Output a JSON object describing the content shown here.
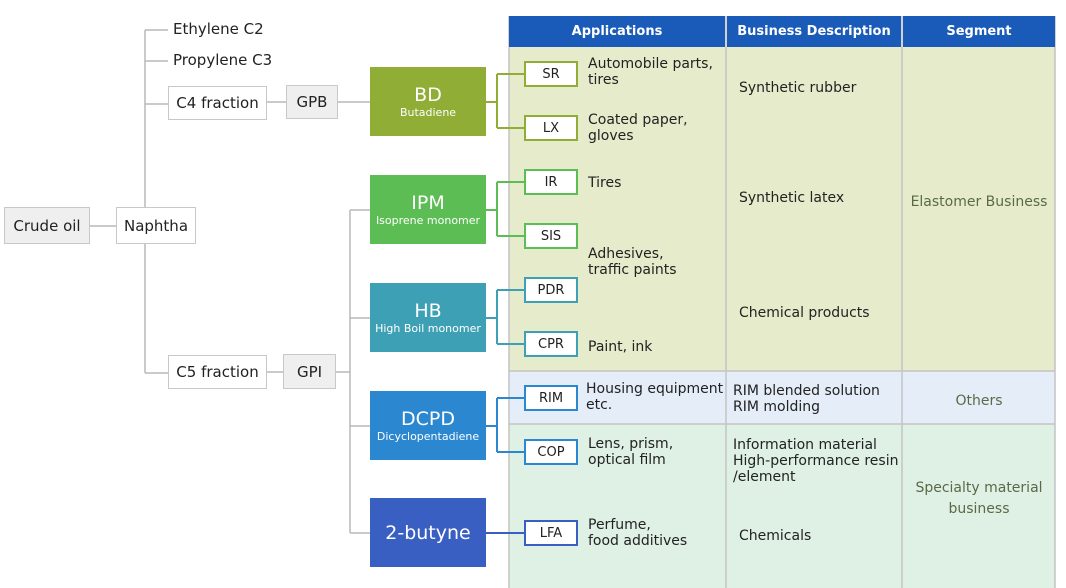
{
  "colors": {
    "header": "#1a5ab8",
    "bd": "#90ad35",
    "ipm": "#5bbd53",
    "hb": "#3ea0b4",
    "dcpd": "#2a87d0",
    "butyne": "#3a5fc2",
    "band_elastomer": "#e6eccb",
    "band_others": "#e5eef8",
    "band_specialty": "#dff0e4"
  },
  "feedstock": {
    "crude_oil": "Crude oil",
    "naphtha": "Naphtha",
    "ethylene": "Ethylene C2",
    "propylene": "Propylene C3",
    "c4_fraction": "C4 fraction",
    "c5_fraction": "C5 fraction",
    "gpb": "GPB",
    "gpi": "GPI"
  },
  "monomers": [
    {
      "title": "BD",
      "subtitle": "Butadiene"
    },
    {
      "title": "IPM",
      "subtitle": "Isoprene monomer"
    },
    {
      "title": "HB",
      "subtitle": "High Boil monomer"
    },
    {
      "title": "DCPD",
      "subtitle": "Dicyclopentadiene"
    },
    {
      "title": "2-butyne",
      "subtitle": ""
    }
  ],
  "products": [
    "SR",
    "LX",
    "IR",
    "SIS",
    "PDR",
    "CPR",
    "RIM",
    "COP",
    "LFA"
  ],
  "table": {
    "headers": [
      "Applications",
      "Business Description",
      "Segment"
    ],
    "applications": [
      "Automobile parts,\ntires",
      "Coated paper,\ngloves",
      "Tires",
      "Adhesives,\ntraffic paints",
      "Paint, ink",
      "Housing equipment\netc.",
      "Lens, prism,\noptical film",
      "Perfume,\nfood additives"
    ],
    "descriptions": [
      "Synthetic rubber",
      "Synthetic latex",
      "Chemical products",
      "RIM blended solution\nRIM molding",
      "Information material\nHigh-performance resin\n/element",
      "Chemicals"
    ],
    "segments": [
      "Elastomer Business",
      "Others",
      "Specialty material\nbusiness"
    ]
  }
}
